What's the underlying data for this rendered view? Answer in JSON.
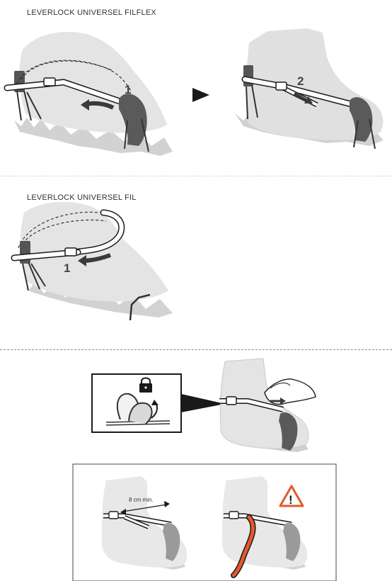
{
  "headings": {
    "filflex": "LEVERLOCK UNIVERSEL FILFLEX",
    "fil": "LEVERLOCK UNIVERSEL FIL"
  },
  "steps": {
    "filflex_step1": "1",
    "filflex_step2": "2",
    "fil_step1": "1"
  },
  "check_panel": {
    "measurement": "8 cm min.",
    "warning_symbol": "!"
  },
  "icons": {
    "next_arrow": "right-arrow-icon",
    "lock": "padlock-icon",
    "warning": "warning-triangle-icon"
  },
  "colors": {
    "ink": "#1a1a1a",
    "boot_fill": "#e2e2e2",
    "spike": "#cfcfcf",
    "strap_dark": "#4a4a4a",
    "warning_orange": "#e4572e"
  }
}
